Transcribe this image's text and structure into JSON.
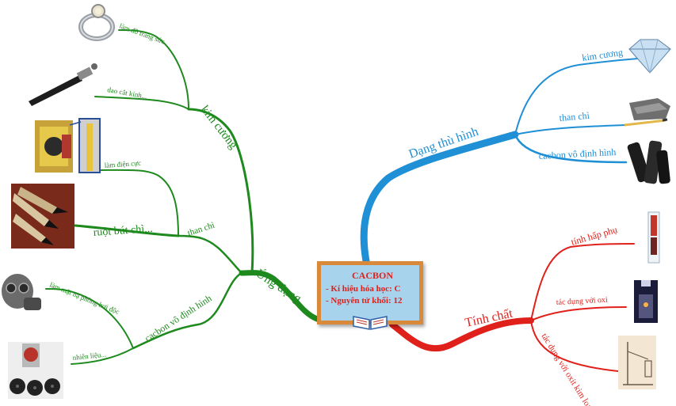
{
  "center": {
    "title": "CACBON",
    "line1": "- Kí hiệu hóa học: C",
    "line2": "- Nguyên tử khối: 12"
  },
  "branches": {
    "ung_dung": {
      "label": "Ứng dụng",
      "color": "#1e8a1e",
      "kim_cuong": {
        "label": "kim cương",
        "leaf1": "làm đồ trang sức",
        "leaf2": "dao cắt kính..."
      },
      "than_chi": {
        "label": "than chì",
        "leaf1": "làm điện cực",
        "leaf2": "ruột bút chì..."
      },
      "cacbon_vo_dinh_hinh": {
        "label": "cacbon vô định hình",
        "leaf1": "làm mặt nạ phòng hơi độc",
        "leaf2": "nhiên liệu..."
      }
    },
    "dang_thu_hinh": {
      "label": "Dạng thù hình",
      "color": "#1f8fd6",
      "leaf1": "kim cương",
      "leaf2": "than chì",
      "leaf3": "cacbon vô định hình"
    },
    "tinh_chat": {
      "label": "Tính chất",
      "color": "#e0201a",
      "leaf1": "tính hấp phụ",
      "leaf2": "tác dụng với oxi",
      "leaf3": "tác dụng với oxit kim loại"
    }
  },
  "icons": [
    "ring-icon",
    "glass-cutter-icon",
    "battery-electrode-icon",
    "pencils-icon",
    "gas-mask-icon",
    "coal-stove-icon",
    "diamond-icon",
    "graphite-icon",
    "charcoal-icon",
    "adsorption-tube-icon",
    "combustion-flask-icon",
    "lab-apparatus-icon"
  ]
}
